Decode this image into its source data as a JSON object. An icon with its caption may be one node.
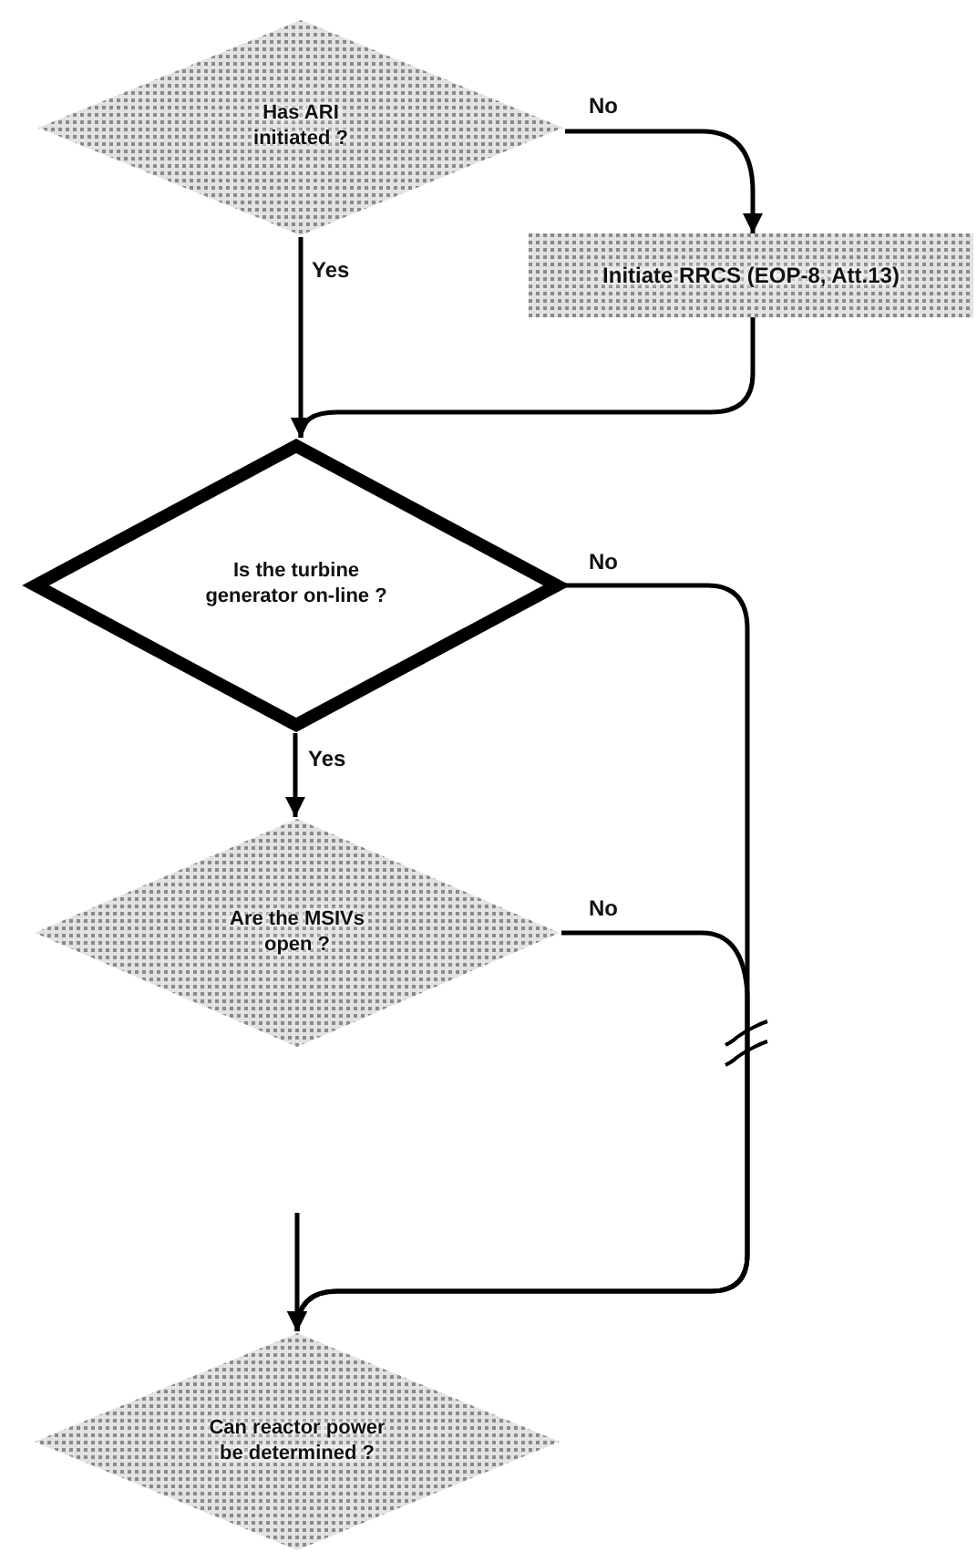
{
  "diagram": {
    "nodes": [
      {
        "text": [
          "Has ARI initiated ?"
        ]
      },
      {
        "text": [
          "Initiate RRCS (EOP-8, Att.13)"
        ]
      },
      {
        "text": [
          "Is the turbine generator on-line ?"
        ]
      },
      {
        "text": [
          "Are the MSIVs open ?"
        ]
      },
      {
        "text": [
          "Can reactor power be determined ?"
        ]
      }
    ],
    "edges": [
      {
        "from": 0,
        "to": 1,
        "arrow": "to",
        "label": "No"
      },
      {
        "from": 0,
        "to": 2,
        "arrow": "to",
        "label": "Yes"
      },
      {
        "from": 1,
        "to": 2,
        "arrow": "to"
      },
      {
        "from": 2,
        "to": 3,
        "arrow": "to",
        "label": "Yes"
      },
      {
        "from": 2,
        "to": 4,
        "arrow": "to",
        "label": "No"
      },
      {
        "from": 3,
        "to": 4,
        "arrow": "to",
        "label": "No"
      },
      {
        "from": null,
        "to": 4,
        "arrow": "to"
      }
    ]
  }
}
